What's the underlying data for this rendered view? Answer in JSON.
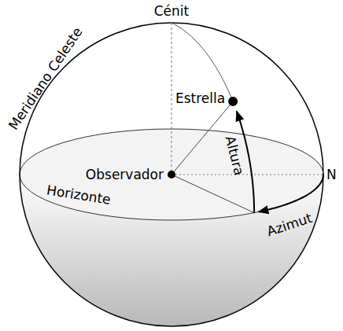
{
  "diagram": {
    "labels": [
      "Cénit",
      "Meridiano Celeste",
      "Estrella",
      "Observador",
      "Altura",
      "Horizonte",
      "Azimut",
      "N"
    ]
  }
}
